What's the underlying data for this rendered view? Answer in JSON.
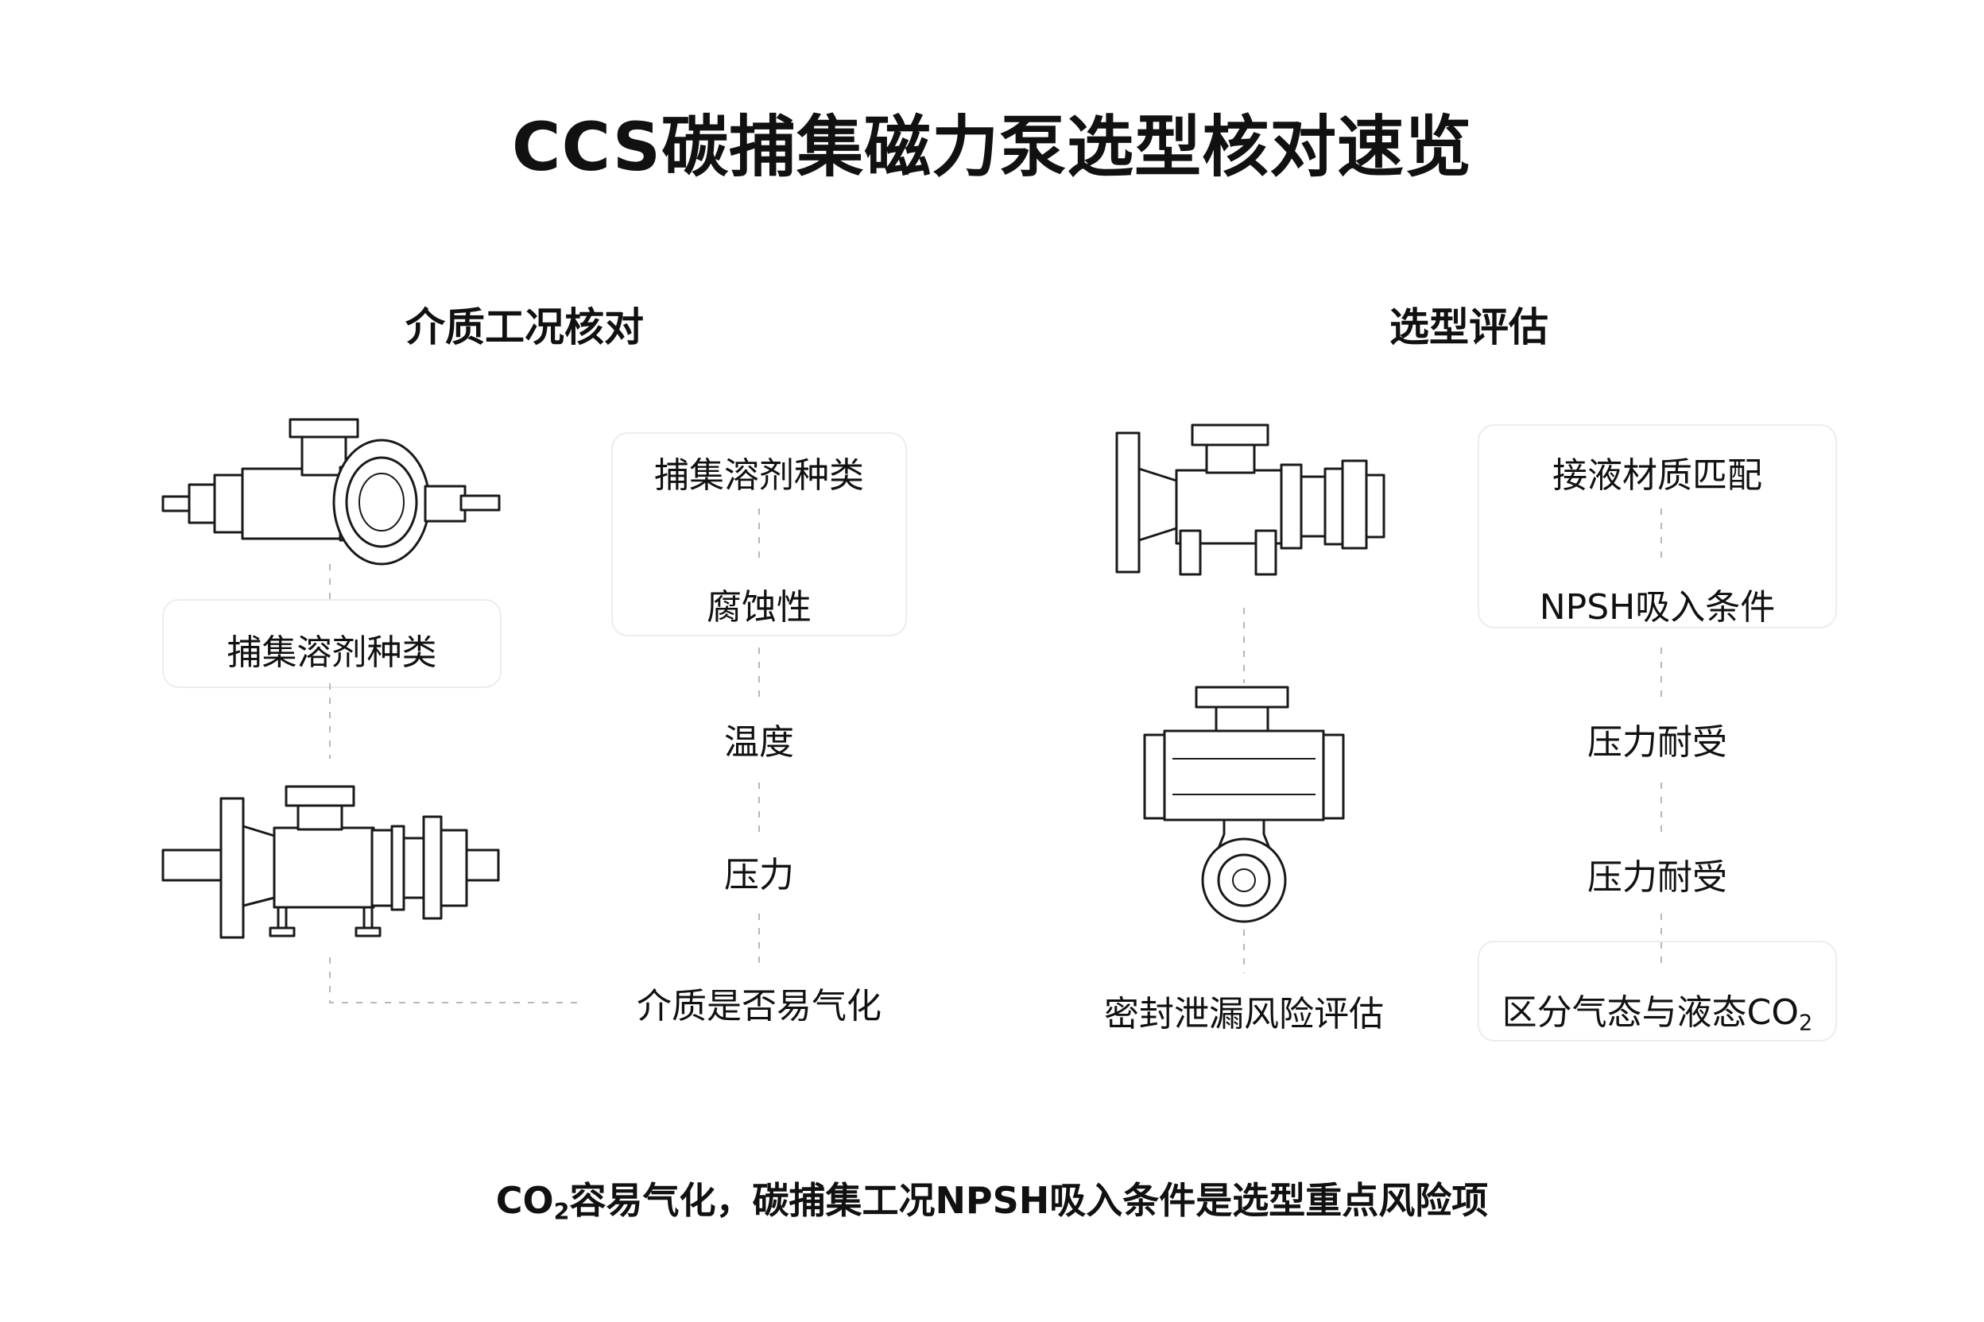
{
  "title": "CCS碳捕集磁力泵选型核对速览",
  "left_section": {
    "heading": "介质工况核对",
    "side_label": "捕集溶剂种类",
    "items": [
      "捕集溶剂种类",
      "腐蚀性",
      "温度",
      "压力",
      "介质是否易气化"
    ]
  },
  "right_section": {
    "heading": "选型评估",
    "side_label": "密封泄漏风险评估",
    "items": [
      "接液材质匹配",
      "NPSH吸入条件",
      "压力耐受",
      "压力耐受"
    ],
    "last_item": {
      "text": "区分气态与液态CO",
      "subscript": "2"
    }
  },
  "footer": {
    "prefix": "CO",
    "subscript": "2",
    "text": "容易气化，碳捕集工况NPSH吸入条件是选型重点风险项"
  },
  "icons": [
    "pump-horizontal-icon",
    "pump-inline-icon",
    "pump-flanged-icon",
    "pump-vertical-icon"
  ],
  "colors": {
    "ink": "#111111",
    "connector": "#b8b8b8",
    "background": "#ffffff"
  }
}
